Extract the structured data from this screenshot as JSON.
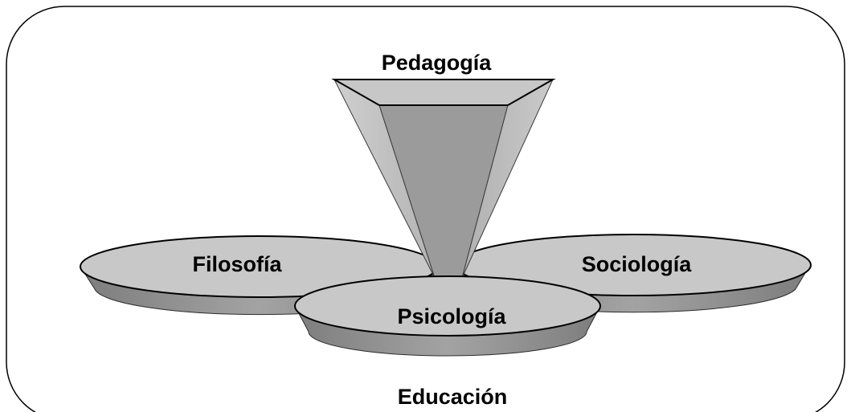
{
  "diagram": {
    "top_label": "Pedagogía",
    "left_disc_label": "Filosofía",
    "right_disc_label": "Sociología",
    "center_disc_label": "Psicología",
    "bottom_label": "Educación"
  },
  "colors": {
    "disc_top": "#c8c8c8",
    "disc_rim": "#8f8f8f",
    "funnel_inner": "#9a9a9a",
    "funnel_outer": "#bdbdbd",
    "outline": "#000000",
    "background": "#ffffff"
  }
}
